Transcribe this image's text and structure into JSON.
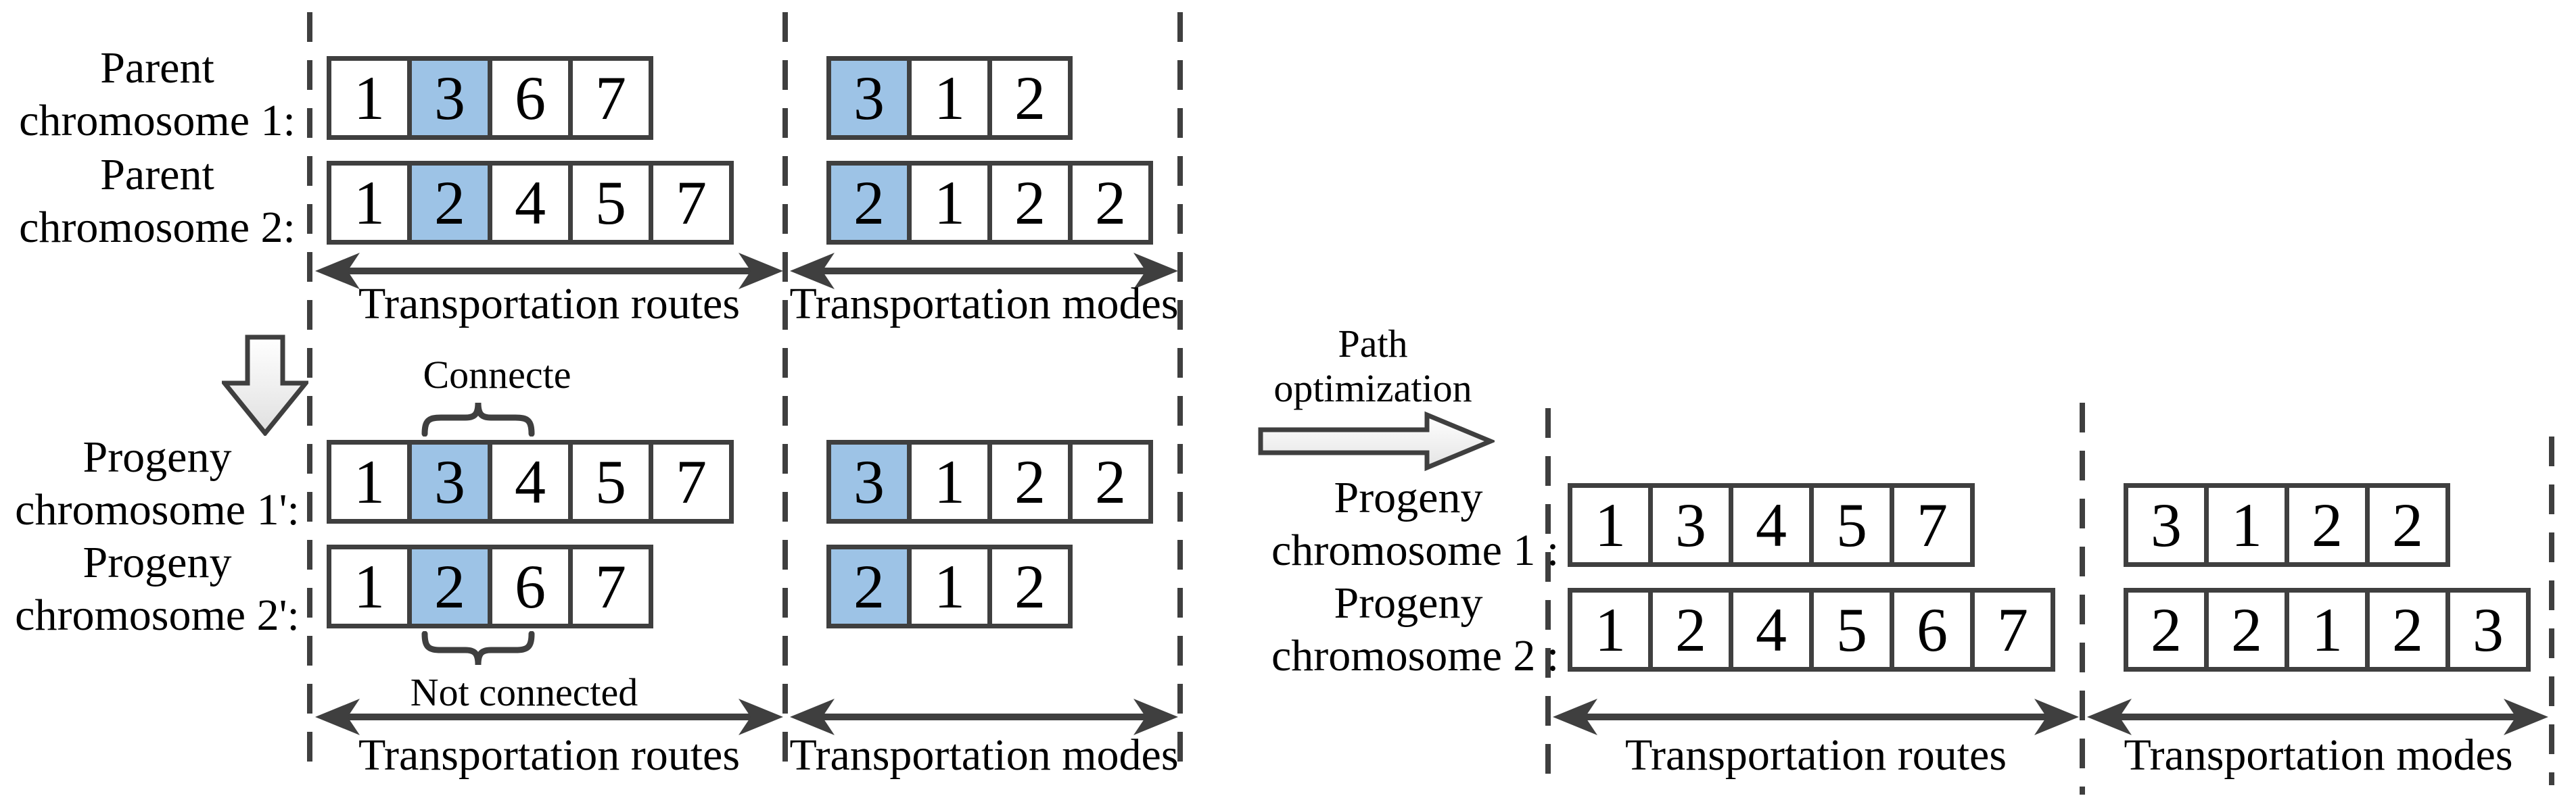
{
  "figure": {
    "colors": {
      "highlight": "#9dc3e6",
      "line": "#3f3f3f",
      "background": "#ffffff"
    },
    "labels": {
      "parent1": [
        "Parent",
        "chromosome 1:"
      ],
      "parent2": [
        "Parent",
        "chromosome 2:"
      ],
      "progeny1": [
        "Progeny",
        "chromosome 1':"
      ],
      "progeny2": [
        "Progeny",
        "chromosome 2':"
      ],
      "final1": [
        "Progeny",
        "chromosome 1 :"
      ],
      "final2": [
        "Progeny",
        "chromosome 2 :"
      ],
      "routes_axis": "Transportation routes",
      "modes_axis": "Transportation modes",
      "connected": "Connecte",
      "not_connected": "Not connected",
      "path_opt": [
        "Path",
        "optimization"
      ]
    },
    "rows": {
      "parent1_routes": {
        "values": [
          "1",
          "3",
          "6",
          "7"
        ],
        "highlight": 1
      },
      "parent2_routes": {
        "values": [
          "1",
          "2",
          "4",
          "5",
          "7"
        ],
        "highlight": 1
      },
      "parent1_modes": {
        "values": [
          "3",
          "1",
          "2"
        ],
        "highlight": 0
      },
      "parent2_modes": {
        "values": [
          "2",
          "1",
          "2",
          "2"
        ],
        "highlight": 0
      },
      "progeny1_routes": {
        "values": [
          "1",
          "3",
          "4",
          "5",
          "7"
        ],
        "highlight": 1
      },
      "progeny2_routes": {
        "values": [
          "1",
          "2",
          "6",
          "7"
        ],
        "highlight": 1
      },
      "progeny1_modes": {
        "values": [
          "3",
          "1",
          "2",
          "2"
        ],
        "highlight": 0
      },
      "progeny2_modes": {
        "values": [
          "2",
          "1",
          "2"
        ],
        "highlight": 0
      },
      "final1_routes": {
        "values": [
          "1",
          "3",
          "4",
          "5",
          "7"
        ],
        "highlight": null
      },
      "final2_routes": {
        "values": [
          "1",
          "2",
          "4",
          "5",
          "6",
          "7"
        ],
        "highlight": null
      },
      "final1_modes": {
        "values": [
          "3",
          "1",
          "2",
          "2"
        ],
        "highlight": null
      },
      "final2_modes": {
        "values": [
          "2",
          "2",
          "1",
          "2",
          "3"
        ],
        "highlight": null
      }
    }
  }
}
